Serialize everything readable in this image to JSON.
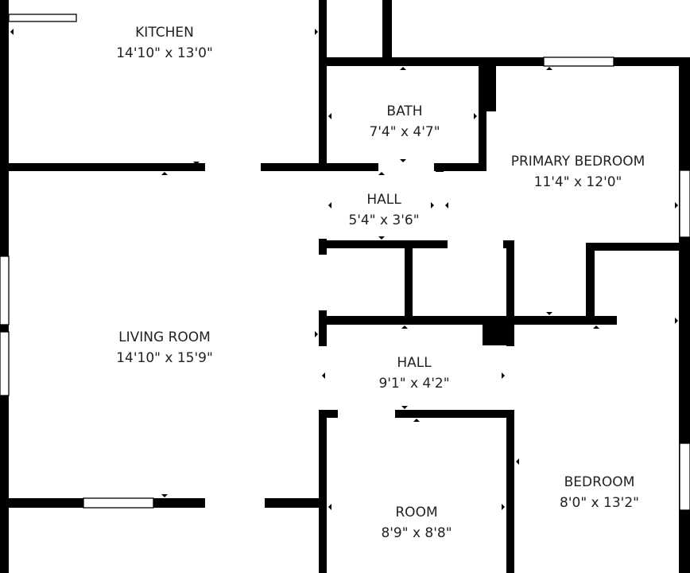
{
  "rooms": [
    {
      "id": "kitchen",
      "name": "KITCHEN",
      "dims": "14'10\" x 13'0\""
    },
    {
      "id": "bath",
      "name": "BATH",
      "dims": "7'4\" x 4'7\""
    },
    {
      "id": "primary-bedroom",
      "name": "PRIMARY BEDROOM",
      "dims": "11'4\" x 12'0\""
    },
    {
      "id": "hall-upper",
      "name": "HALL",
      "dims": "5'4\" x 3'6\""
    },
    {
      "id": "living-room",
      "name": "LIVING ROOM",
      "dims": "14'10\" x 15'9\""
    },
    {
      "id": "hall-lower",
      "name": "HALL",
      "dims": "9'1\" x 4'2\""
    },
    {
      "id": "bedroom",
      "name": "BEDROOM",
      "dims": "8'0\" x 13'2\""
    },
    {
      "id": "room",
      "name": "ROOM",
      "dims": "8'9\" x 8'8\""
    }
  ],
  "colors": {
    "wall": "#000000",
    "background": "#ffffff",
    "text": "#222222"
  }
}
